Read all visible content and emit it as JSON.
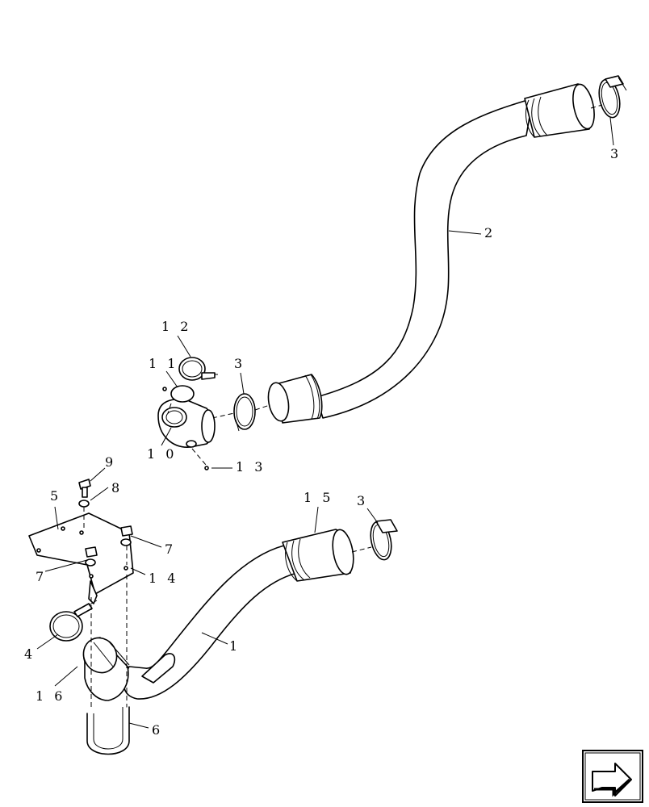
{
  "callouts": {
    "c1": "1",
    "c2": "2",
    "c3a": "3",
    "c3b": "3",
    "c3c": "3",
    "c4": "4",
    "c5": "5",
    "c6": "6",
    "c7a": "7",
    "c7b": "7",
    "c8": "8",
    "c9": "9",
    "c10": "1 0",
    "c11": "1 1",
    "c12": "1 2",
    "c13": "1 3",
    "c14": "1 4",
    "c15": "1 5",
    "c16": "1 6"
  },
  "nav_icon": "next-page-arrow-icon"
}
